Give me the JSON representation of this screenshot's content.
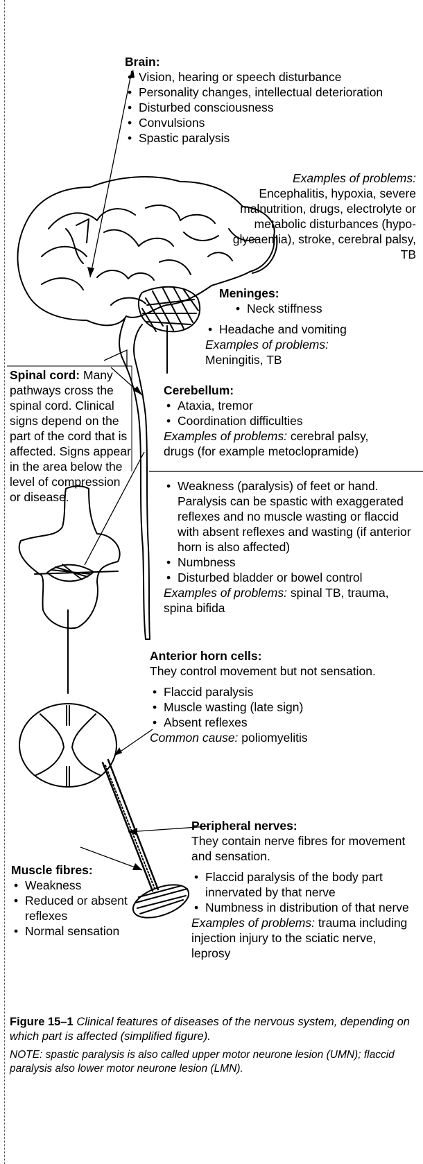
{
  "brain": {
    "heading": "Brain:",
    "items": [
      "Vision, hearing or speech disturbance",
      "Personality changes, intellectual deterioration",
      "Disturbed consciousness",
      "Convulsions",
      "Spastic paralysis"
    ],
    "examples_label": "Examples of problems:",
    "examples_text": "Encephalitis, hypoxia, severe malnutrition, drugs, electrolyte or metabolic disturbances (hypo-glycaemia), stroke, cerebral palsy, TB"
  },
  "meninges": {
    "heading": "Meninges:",
    "items": [
      "Neck stiffness",
      "Headache and vomiting"
    ],
    "examples_label": "Examples of problems:",
    "examples_text": "Meningitis, TB"
  },
  "spinal_cord": {
    "heading": "Spinal cord:",
    "text": "Many pathways cross the spinal cord. Clinical signs depend on the part of the cord that is affected. Signs appear in the area below the level of compression or disease."
  },
  "cerebellum": {
    "heading": "Cerebellum:",
    "items": [
      "Ataxia, tremor",
      "Coordination difficulties"
    ],
    "examples_label": "Examples of problems:",
    "examples_text": "cerebral palsy, drugs (for example metoclopramide)"
  },
  "cord_signs": {
    "items": [
      "Weakness (paralysis) of feet or hand. Paralysis can be spastic with exaggerated reflexes and no muscle wasting or flaccid with absent reflexes and wasting (if anterior horn is also affected)",
      "Numbness",
      "Disturbed bladder or bowel control"
    ],
    "examples_label": "Examples of problems:",
    "examples_text": "spinal TB, trauma, spina bifida"
  },
  "anterior_horn": {
    "heading": "Anterior horn cells:",
    "text": "They control movement but not sensation.",
    "items": [
      "Flaccid paralysis",
      "Muscle wasting (late sign)",
      "Absent reflexes"
    ],
    "cause_label": "Common cause:",
    "cause_text": "poliomyelitis"
  },
  "peripheral_nerves": {
    "heading": "Peripheral nerves:",
    "text": "They contain nerve fibres for movement and sensation.",
    "items": [
      "Flaccid paralysis of the body part innervated by that nerve",
      "Numbness in distribution of that nerve"
    ],
    "examples_label": "Examples of problems:",
    "examples_text": "trauma including injection injury to the sciatic nerve, leprosy"
  },
  "muscle_fibres": {
    "heading": "Muscle fibres:",
    "items": [
      "Weakness",
      "Reduced or absent reflexes",
      "Normal sensation"
    ]
  },
  "caption": {
    "label": "Figure 15–1",
    "text": "Clinical features of diseases of the nervous system, depending on which part is affected (simplified figure)."
  },
  "note": "NOTE: spastic paralysis is also called upper motor neurone lesion (UMN); flaccid paralysis also lower motor neurone lesion (LMN)."
}
